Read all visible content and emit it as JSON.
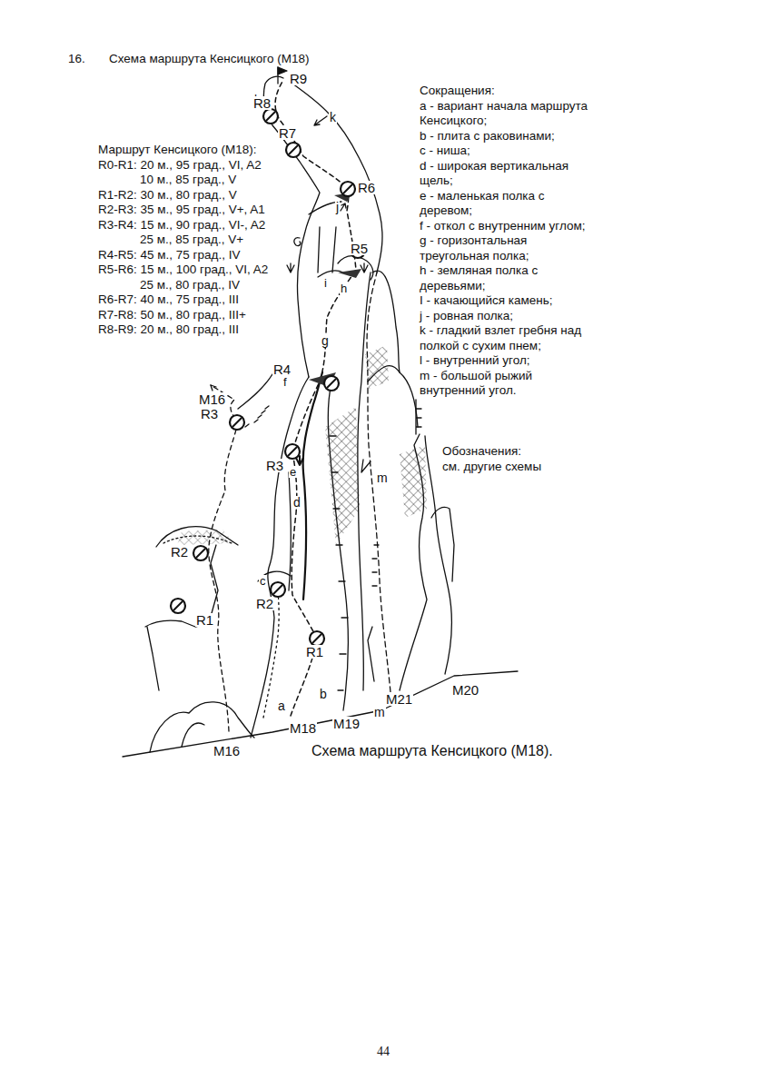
{
  "diagram": {
    "title": "Схема маршрута Кенсицкого (M18)",
    "caption": "Схема маршрута Кенсицкого (M18).",
    "labels": [
      "16.",
      "Маршрут Кенсицкого (M18):",
      "R0-R1: 20 м., 95 град., VI, A2",
      "10 м., 85 град., V",
      "R1-R2: 30 м., 80 град., V",
      "R2-R3: 35 м., 95 град., V+, A1",
      "R3-R4: 15 м., 90 град., VI-, A2",
      "25 м., 85 град., V+",
      "R4-R5: 45 м., 75 град., IV",
      "R5-R6: 15 м., 100 град., VI, A2",
      "25 м., 80 град., IV",
      "R6-R7: 40 м., 75 град., III",
      "R7-R8: 50 м., 80 град., III+",
      "R8-R9: 20 м., 80 град., III",
      "Сокращения:",
      "a - вариант начала маршрута Кенсицкого;",
      "b - плита с раковинами;",
      "c - ниша;",
      "d - широкая вертикальная щель;",
      "e - маленькая полка с деревом;",
      "f - откол с внутренним углом;",
      "g - горизонтальная треугольная полка;",
      "h - земляная полка с деревьями;",
      "I - качающийся камень;",
      "j - ровная полка;",
      "k - гладкий взлет гребня над полкой с сухим пнем;",
      "l - внутренний угол;",
      "m - большой рыжий внутренний угол.",
      "Обозначения:",
      "см. другие схемы",
      "R9",
      "L",
      "R8",
      "k",
      "R7",
      "R6",
      "j",
      "R5",
      "i",
      "h",
      "g",
      "R4",
      "f",
      "M16",
      "R3",
      "R3",
      "e",
      "d",
      "m",
      "R2",
      "c",
      "R2",
      "R1",
      "R1",
      "a",
      "b",
      "M18",
      "M19",
      "M21",
      "M20",
      "m",
      "M16",
      "44"
    ]
  }
}
